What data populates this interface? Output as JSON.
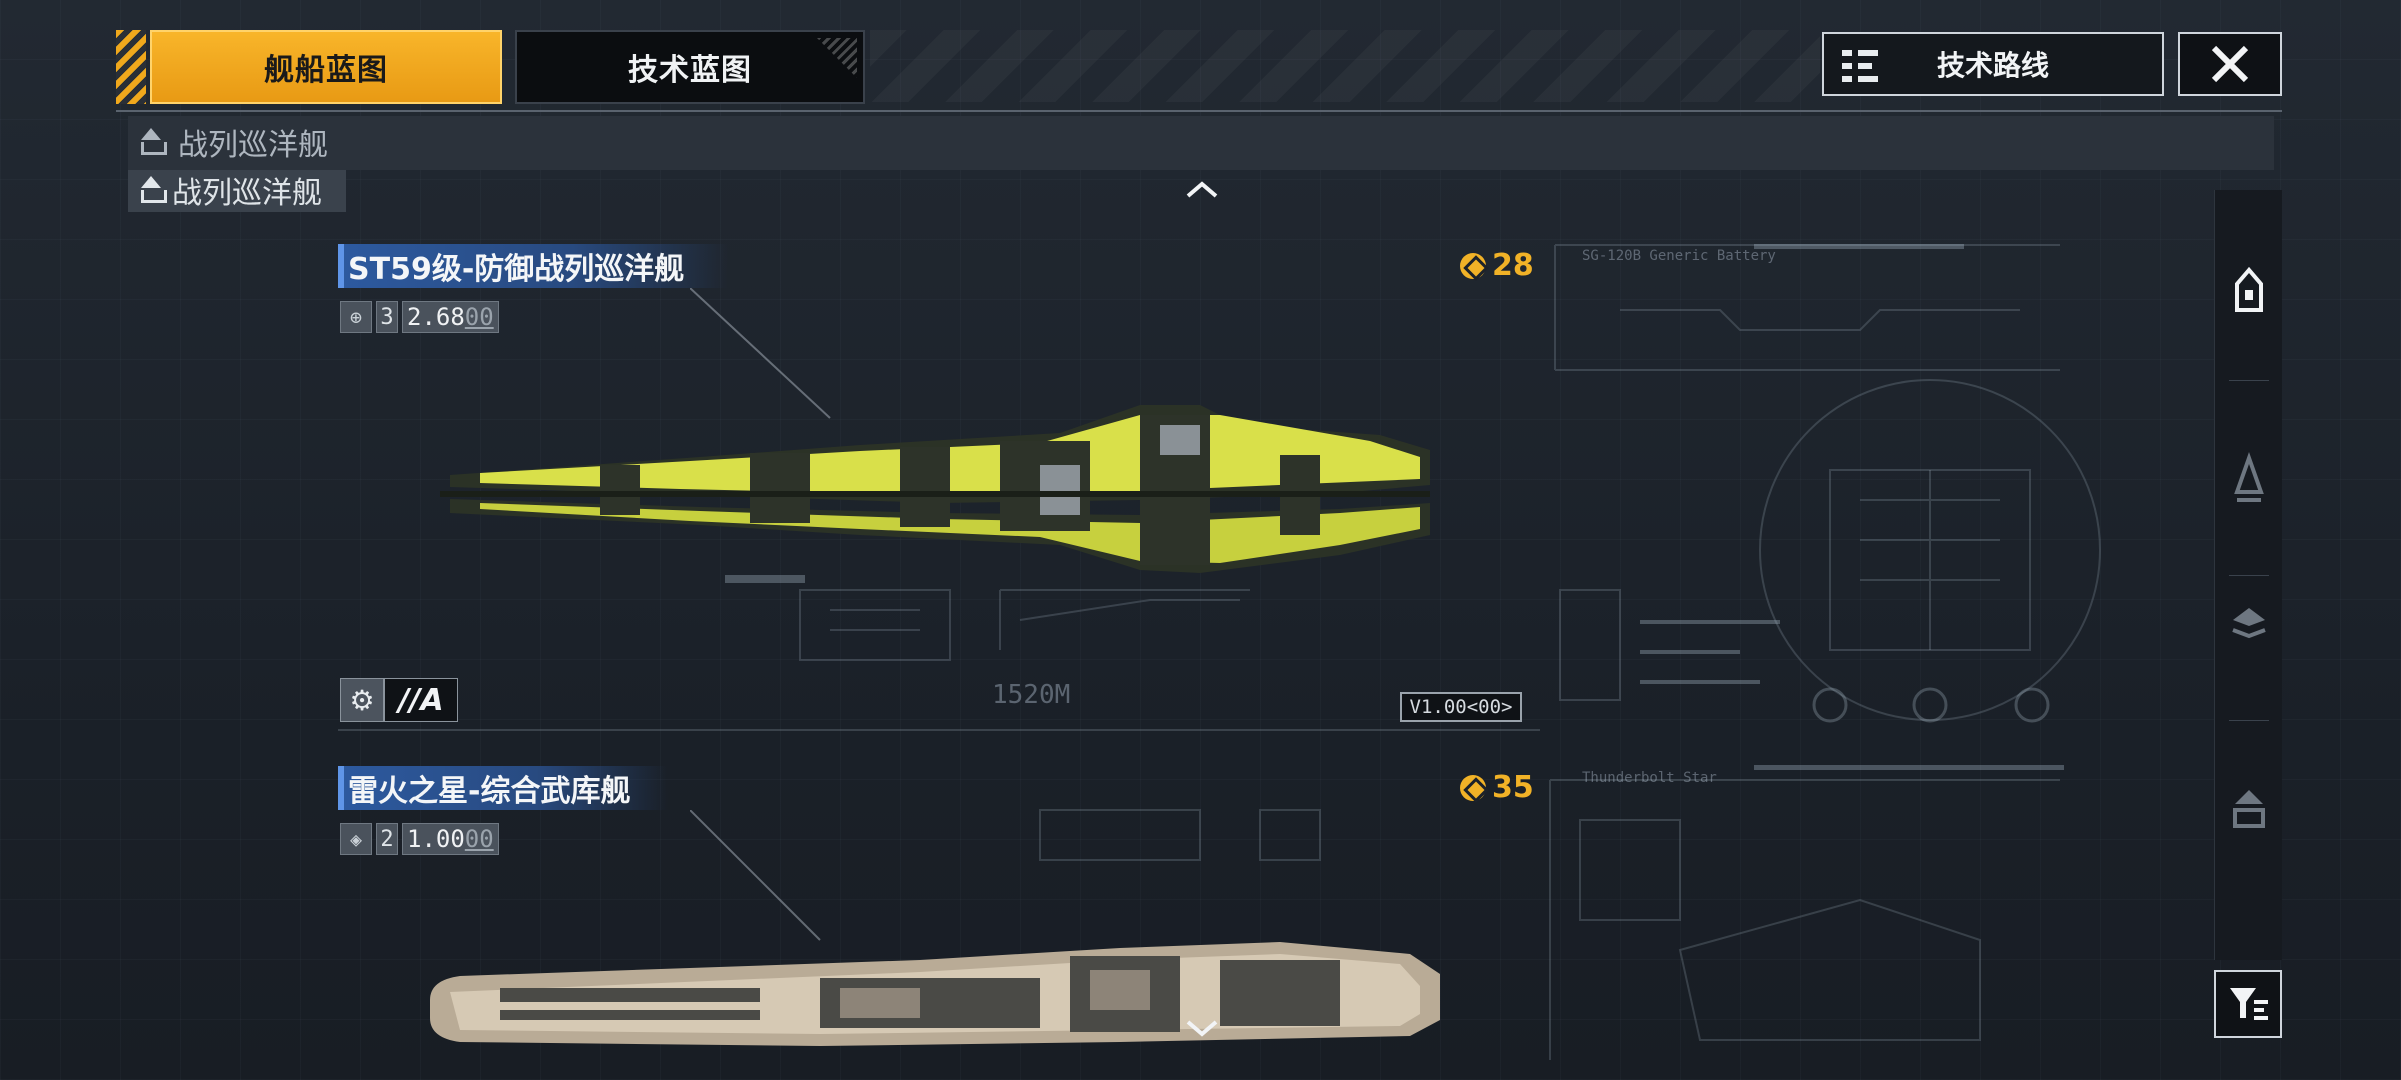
{
  "tabs": {
    "ship_blueprint": "舰船蓝图",
    "tech_blueprint": "技术蓝图",
    "tech_route": "技术路线"
  },
  "category": {
    "header_label": "战列巡洋舰",
    "selected_label": "战列巡洋舰"
  },
  "ships": [
    {
      "name": "ST59级-防御战列巡洋舰",
      "stat_num": "3",
      "stat_value_main": "2.68",
      "stat_value_dim": "00",
      "cost": "28",
      "grade": "//A",
      "version": "V1.00<00>",
      "blueprint_tag": "SG-120B Generic Battery",
      "length_label": "1520M",
      "hull_color": "#d9e04a"
    },
    {
      "name": "雷火之星-综合武库舰",
      "stat_num": "2",
      "stat_value_main": "1.00",
      "stat_value_dim": "00",
      "cost": "35",
      "blueprint_tag": "Thunderbolt Star",
      "hull_color": "#c8b9a4"
    }
  ],
  "colors": {
    "accent_orange": "#f1b227",
    "title_blue": "#2d5aa0",
    "background": "#1c222a"
  },
  "icons": {
    "route_icon": "list-tree-icon",
    "close_icon": "close-icon",
    "filter_icon": "filter-icon"
  }
}
